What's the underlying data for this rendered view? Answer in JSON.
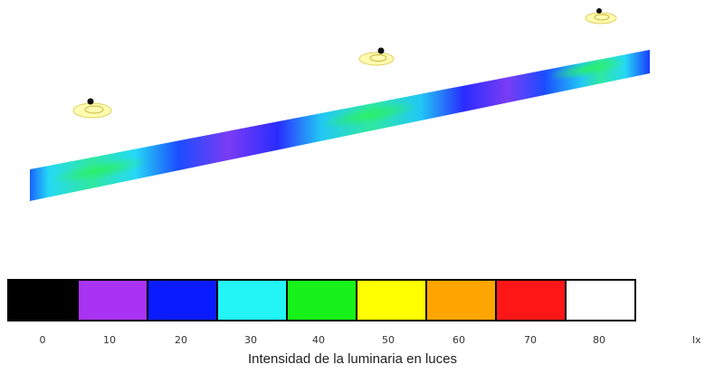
{
  "legend": {
    "colors": [
      "#000000",
      "#a933f2",
      "#0a1cff",
      "#23f5f7",
      "#17f21a",
      "#ffff00",
      "#ffa500",
      "#ff1717",
      "#ffffff"
    ],
    "ticks": [
      "0",
      "10",
      "20",
      "30",
      "40",
      "50",
      "60",
      "70",
      "80"
    ],
    "unit": "lx"
  },
  "caption": "Intensidad de la luminaria en luces",
  "luminaires": 3
}
